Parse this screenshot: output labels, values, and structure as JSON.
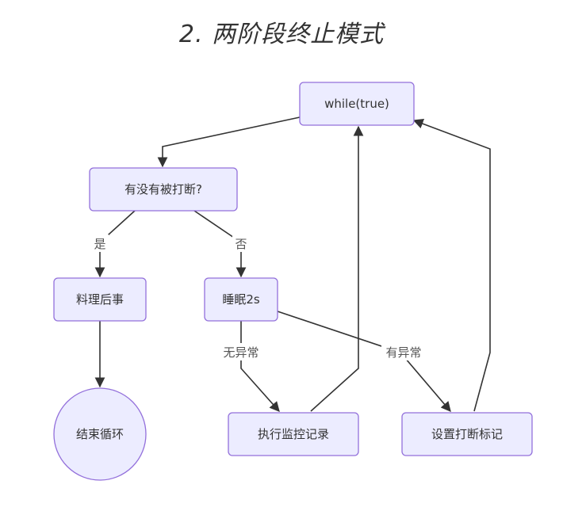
{
  "title": "2. 两阶段终止模式",
  "colors": {
    "node_fill": "#ececff",
    "node_stroke": "#9370db",
    "edge": "#333333"
  },
  "nodes": {
    "while_true": "while(true)",
    "interrupted_check": "有没有被打断?",
    "cleanup": "料理后事",
    "end_loop": "结束循环",
    "sleep": "睡眠2s",
    "monitor_record": "执行监控记录",
    "set_interrupt_flag": "设置打断标记"
  },
  "edge_labels": {
    "yes": "是",
    "no": "否",
    "no_exception": "无异常",
    "has_exception": "有异常"
  }
}
